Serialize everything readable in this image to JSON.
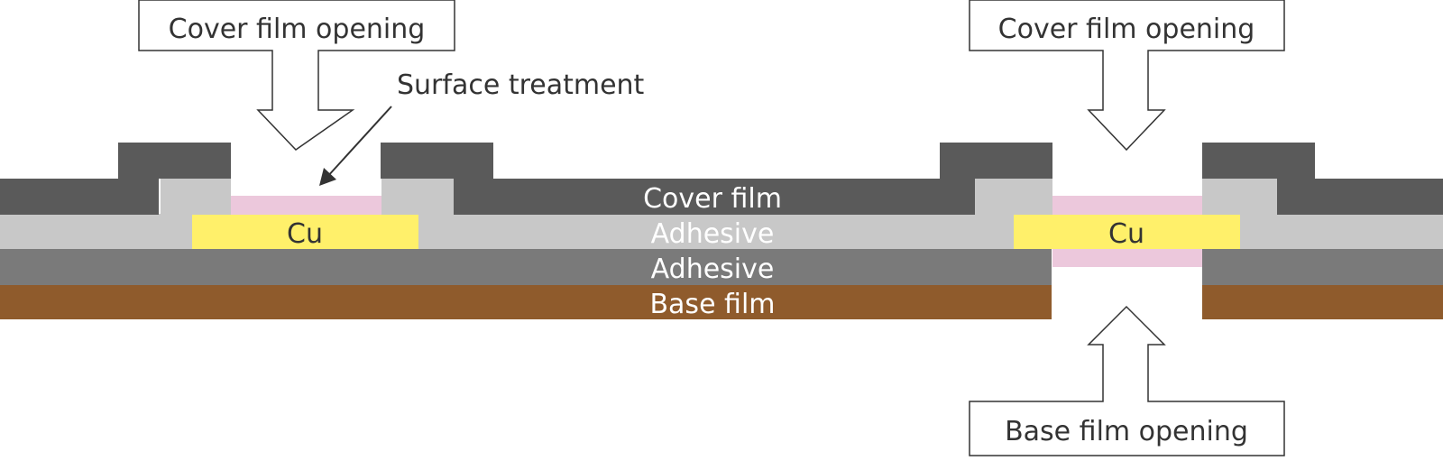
{
  "labels": {
    "cover_film_opening_left": "Cover film opening",
    "cover_film_opening_right": "Cover film opening",
    "surface_treatment": "Surface treatment",
    "base_film_opening": "Base film opening",
    "cover_film": "Cover film",
    "adhesive_upper": "Adhesive",
    "adhesive_lower": "Adhesive",
    "base_film": "Base film",
    "cu_left": "Cu",
    "cu_right": "Cu"
  },
  "colors": {
    "cover_film": "#5a5a5a",
    "adhesive_upper": "#c8c8c8",
    "adhesive_lower": "#7a7a7a",
    "base_film": "#8f5b2c",
    "copper": "#fff06a",
    "surface_treatment": "#ecc8dc",
    "callout_border": "#333333",
    "label_text": "#333333",
    "layer_text": "#ffffff"
  }
}
